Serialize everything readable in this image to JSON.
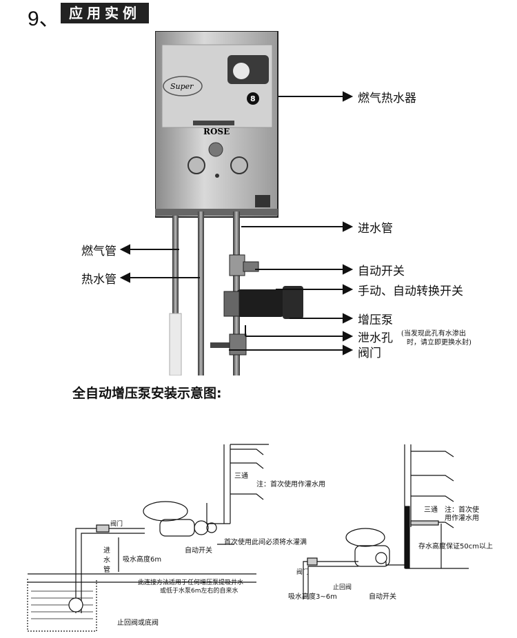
{
  "section": {
    "number": "9、",
    "title": "应用实例"
  },
  "heater": {
    "brand": "Super",
    "model": "ROSE",
    "badge": "8"
  },
  "photo_labels": {
    "heater": "燃气热水器",
    "inlet": "进水管",
    "gas": "燃气管",
    "hot": "热水管",
    "auto_switch": "自动开关",
    "manual_switch": "手动、自动转换开关",
    "pump": "增压泵",
    "drain": "泄水孔",
    "drain_note_1": "(当发现此孔有水渗出",
    "drain_note_2": "时，请立即更换水封)",
    "valve": "阀门"
  },
  "diagram_title": "全自动增压泵安装示意图:",
  "left_diagram": {
    "tee": "三通",
    "fill_note": "注：首次使用作灌水用",
    "valve": "阀门",
    "suction_pipe_1": "进",
    "suction_pipe_2": "水",
    "suction_pipe_3": "管",
    "suction_height": "吸水高度6m",
    "auto_switch": "自动开关",
    "first_use": "首次使用此间必须将水灌满",
    "method_1": "此连接方法适用于任何增压泵提吸井水",
    "method_2": "或低于水泵6m左右的自来水",
    "foot_valve": "止回阀或底阀"
  },
  "right_diagram": {
    "tee": "三通",
    "note_1": "注：首次使",
    "note_2": "用作灌水用",
    "storage": "存水高度保证50cm以上",
    "valve": "阀门",
    "check_valve": "止回阀",
    "suction_height": "吸水高度3~6m",
    "auto_switch": "自动开关"
  }
}
